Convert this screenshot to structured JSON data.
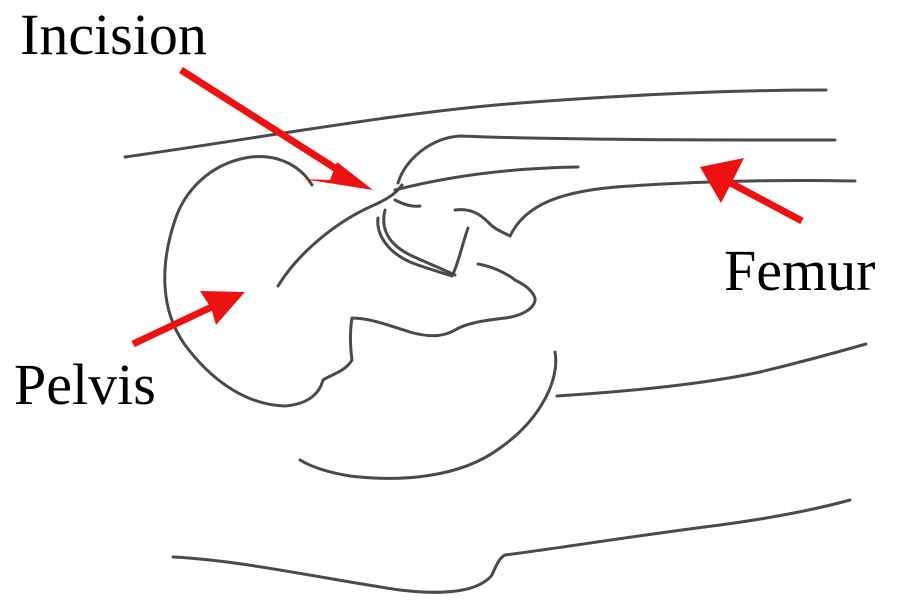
{
  "labels": {
    "incision": "Incision",
    "femur": "Femur",
    "pelvis": "Pelvis"
  },
  "colors": {
    "arrow": "#ee1111",
    "sketch_line": "#4a4a4a",
    "text": "#000000",
    "background": "#ffffff"
  }
}
